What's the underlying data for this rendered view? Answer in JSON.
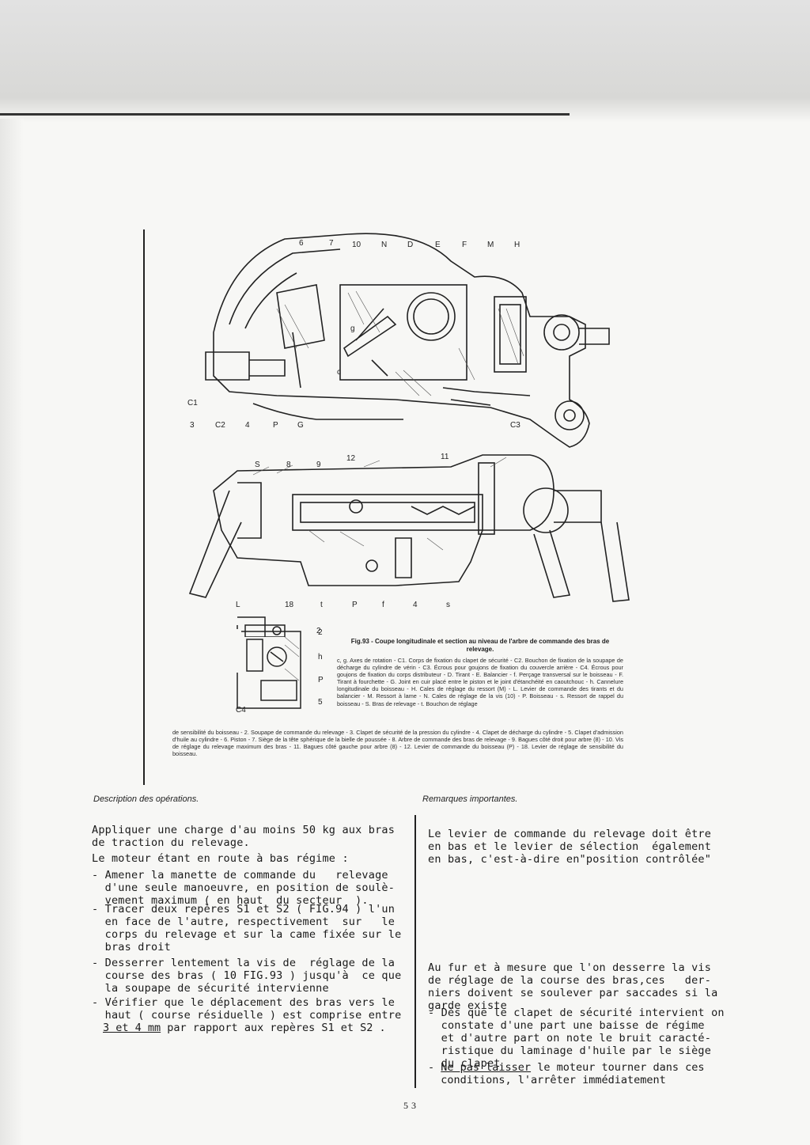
{
  "figure": {
    "label": "Fig.93",
    "title": "- Coupe longitudinale et section au niveau de l'arbre de commande des bras de relevage.",
    "legend_part1": "c, g. Axes de rotation - C1. Corps de fixation du clapet de sécurité - C2. Bouchon de fixation de la soupape de décharge du cylindre de vérin - C3. Écrous pour goujons de fixation du couvercle arrière - C4. Écrous pour goujons de fixation du corps distributeur - D. Tirant - E. Balancier - f. Perçage transversal sur le boisseau - F. Tirant à fourchette - G. Joint en cuir placé entre le piston et le joint d'étanchéité en caoutchouc - h. Cannelure longitudinale du boisseau - H. Cales de réglage du ressort (M) - L. Levier de commande des tirants et du balancier - M. Ressort à lame - N. Cales de réglage de la vis (10) - P. Boisseau - s. Ressort de rappel du boisseau - S. Bras de relevage - t. Bouchon de réglage",
    "legend_part2": "de sensibilité du boisseau - 2. Soupape de commande du relevage - 3. Clapet de sécurité de la pression du cylindre - 4. Clapet de décharge du cylindre - 5. Clapet d'admission d'huile au cylindre - 6. Piston - 7. Siège de la tête sphérique de la bielle de poussée - 8. Arbre de commande des bras de relevage - 9. Bagues côté droit pour arbre (8) - 10. Vis de réglage du relevage maximum des bras - 11. Bagues côté gauche pour arbre (8) - 12. Levier de commande du boisseau (P) - 18. Levier de réglage de sensibilité du boisseau.",
    "top_labels": [
      "6",
      "7",
      "10",
      "N",
      "D",
      "E",
      "F",
      "M",
      "H"
    ],
    "top_bottom_labels": [
      "C1",
      "3",
      "C2",
      "4",
      "P",
      "G",
      "C3"
    ],
    "inner_labels": [
      "g",
      "c"
    ],
    "mid_top_labels": [
      "S",
      "8",
      "9",
      "12",
      "11"
    ],
    "mid_bottom_labels": [
      "L",
      "18",
      "t",
      "P",
      "f",
      "4",
      "s"
    ],
    "small_labels": [
      "2",
      "h",
      "P",
      "5",
      "C4"
    ]
  },
  "left_column": {
    "heading": "Description des opérations.",
    "intro": "Appliquer une charge d'au moins 50 kg aux bras\nde traction du relevage.",
    "engine": "Le moteur étant en route à bas régime :",
    "items": [
      "- Amener la manette de commande du   relevage\n  d'une seule manoeuvre, en position de soulè-\n  vement maximum ( en haut  du secteur  ).",
      "- Tracer deux repères S1 et S2 ( FIG.94 ) l'un\n  en face de l'autre, respectivement  sur   le\n  corps du relevage et sur la came fixée sur le\n  bras droit",
      "- Desserrer lentement la vis de  réglage de la\n  course des bras ( 10 FIG.93 ) jusqu'à  ce que\n  la soupape de sécurité intervienne",
      "- Vérifier que le déplacement des bras vers le\n  haut ( course résiduelle ) est comprise entre"
    ],
    "last_line_underlined": "3 et 4 mm",
    "last_line_rest": " par rapport aux repères S1 et S2 ."
  },
  "right_column": {
    "heading": "Remarques importantes.",
    "note1": "Le levier de commande du relevage doit être\nen bas et le levier de sélection  également\nen bas, c'est-à-dire en\"position contrôlée\"",
    "note2": "Au fur et à mesure que l'on desserre la vis\nde réglage de la course des bras,ces   der-\nniers doivent se soulever par saccades si la\ngarde existe",
    "sub1": "- Dès que le clapet de sécurité intervient on\n  constate d'une part une baisse de régime\n  et d'autre part on note le bruit caracté-\n  ristique du laminage d'huile par le siège\n  du clapet",
    "sub2_underlined": "Ne pas laisser",
    "sub2_rest": " le moteur tourner dans ces\n  conditions, l'arrêter immédiatement"
  },
  "page_number": "53"
}
